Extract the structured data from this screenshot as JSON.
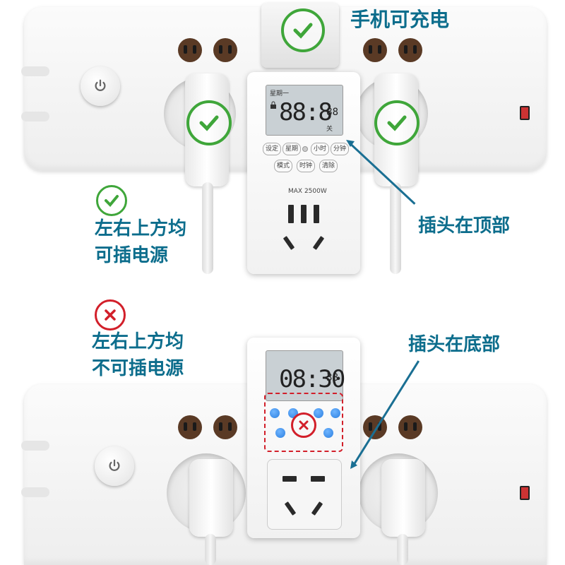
{
  "top_panel": {
    "phone_label": "手机可充电",
    "ok_label_line1": "左右上方均",
    "ok_label_line2": "可插电源",
    "plug_top_label": "插头在顶部",
    "timer": {
      "day": "星期一",
      "time": "88:8",
      "seconds": "88",
      "status": "关",
      "buttons": [
        "设定",
        "星期",
        "小时",
        "分钟",
        "模式",
        "时钟",
        "清除"
      ],
      "rating": "MAX  2500W"
    }
  },
  "bottom_panel": {
    "bad_label_line1": "左右上方均",
    "bad_label_line2": "不可插电源",
    "plug_bottom_label": "插头在底部",
    "timer": {
      "time": "08:30",
      "seconds": "38"
    }
  },
  "colors": {
    "label_blue": "#0c6d8c",
    "check_green": "#3fa63a",
    "cross_red": "#d21f2a",
    "arrow_blue": "#1a6f93"
  },
  "icons": [
    "power-icon",
    "check-icon",
    "cross-icon",
    "lock-icon"
  ]
}
